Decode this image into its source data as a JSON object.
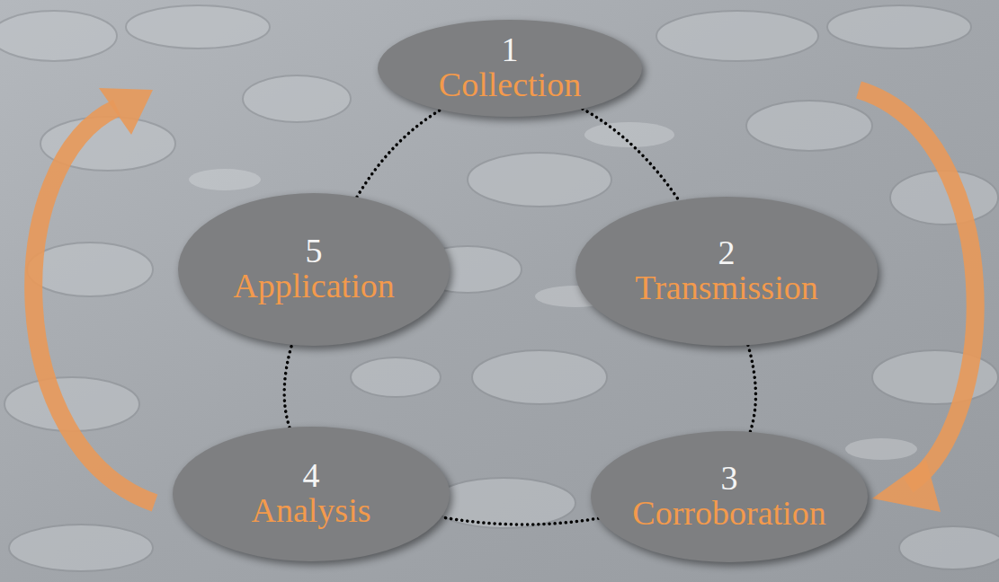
{
  "diagram": {
    "nodes": [
      {
        "text": [
          "1",
          "Collection"
        ]
      },
      {
        "text": [
          "2",
          "Transmission"
        ]
      },
      {
        "text": [
          "3",
          "Corroboration"
        ]
      },
      {
        "text": [
          "4",
          "Analysis"
        ]
      },
      {
        "text": [
          "5",
          "Application"
        ]
      }
    ],
    "edges": [
      {
        "from": 0,
        "to": 1,
        "arrow": "none"
      },
      {
        "from": 1,
        "to": 2,
        "arrow": "none"
      },
      {
        "from": 2,
        "to": 3,
        "arrow": "none"
      },
      {
        "from": 3,
        "to": 4,
        "arrow": "none"
      },
      {
        "from": 4,
        "to": 0,
        "arrow": "none"
      }
    ]
  }
}
